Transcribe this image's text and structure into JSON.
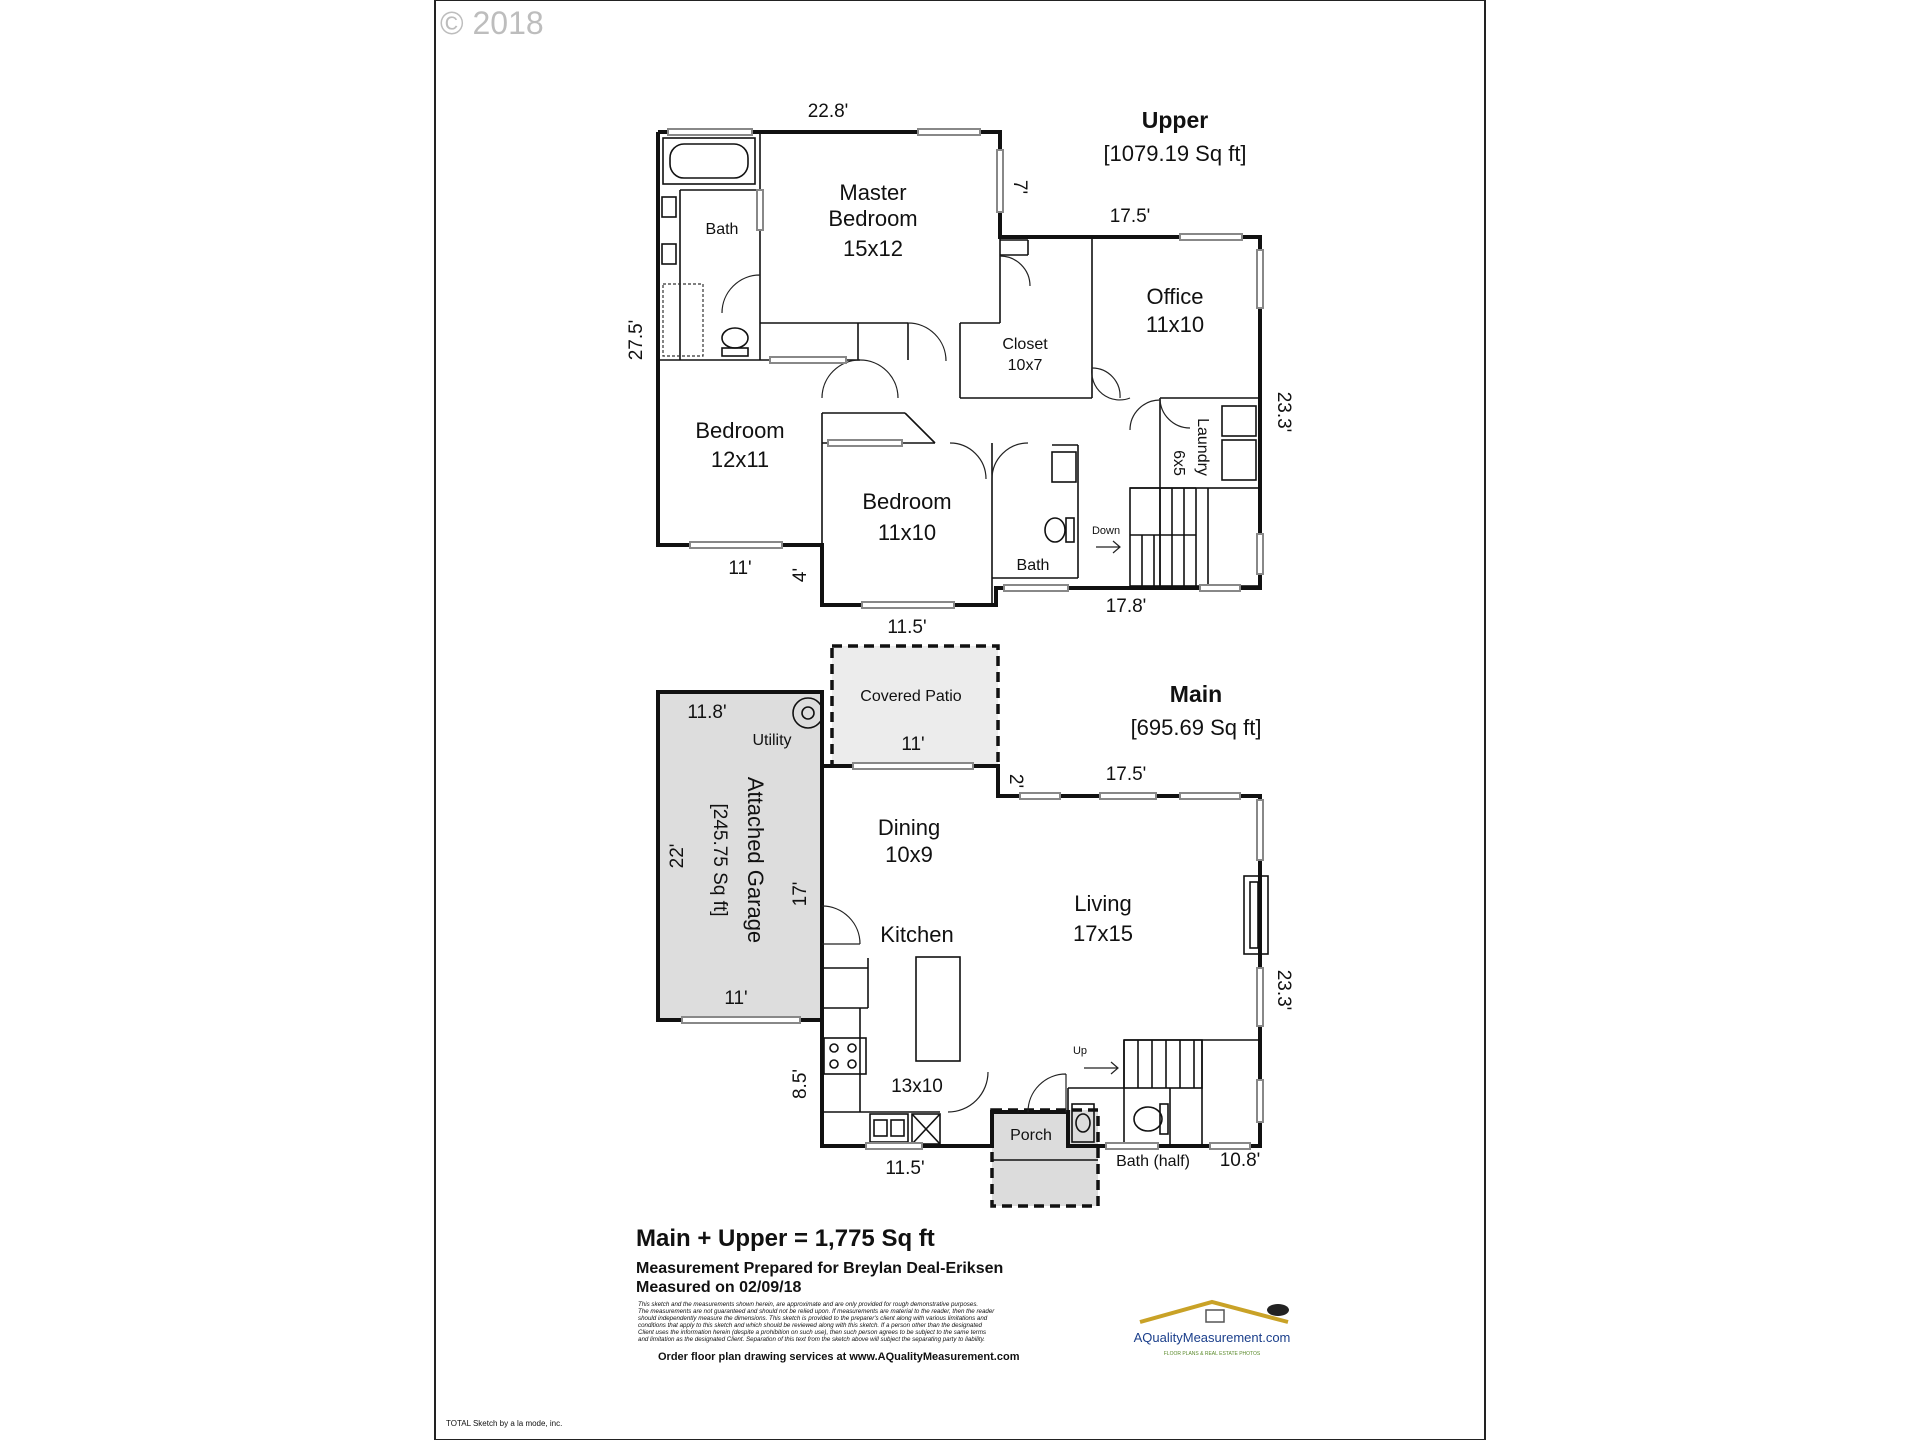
{
  "copyright": "© 2018",
  "upper": {
    "title": "Upper",
    "area": "[1079.19 Sq ft]",
    "rooms": {
      "master": [
        "Master",
        "Bedroom",
        "15x12"
      ],
      "bath_master": "Bath",
      "closet": [
        "Closet",
        "10x7"
      ],
      "office": [
        "Office",
        "11x10"
      ],
      "laundry": [
        "Laundry",
        "6x5"
      ],
      "bedroom1": [
        "Bedroom",
        "12x11"
      ],
      "bedroom2": [
        "Bedroom",
        "11x10"
      ],
      "bath_hall": "Bath",
      "stairs_label": "Down"
    },
    "dims": {
      "top": "22.8'",
      "side_7": "7'",
      "right_top": "17.5'",
      "left": "27.5'",
      "right": "23.3'",
      "bottom_left": "11'",
      "step_4": "4'",
      "bottom_mid": "11.5'",
      "bottom_right": "17.8'"
    }
  },
  "main": {
    "title": "Main",
    "area": "[695.69 Sq ft]",
    "rooms": {
      "covered_patio": "Covered Patio",
      "utility": "Utility",
      "garage": [
        "Attached Garage",
        "[245.75 Sq ft]"
      ],
      "dining": [
        "Dining",
        "10x9"
      ],
      "living": [
        "Living",
        "17x15"
      ],
      "kitchen": "Kitchen",
      "kitchen_size": "13x10",
      "porch": "Porch",
      "bath_half": "Bath (half)",
      "stairs_label": "Up"
    },
    "dims": {
      "garage_top": "11.8'",
      "patio": "11'",
      "step_2": "2'",
      "top_right": "17.5'",
      "garage_side": "22'",
      "kitchen_side": "17'",
      "right": "23.3'",
      "garage_bottom": "11'",
      "left_85": "8.5'",
      "bottom_mid": "11.5'",
      "bottom_right": "10.8'"
    }
  },
  "summary": {
    "total": "Main + Upper = 1,775 Sq ft",
    "prepared": "Measurement Prepared for Breylan Deal-Eriksen",
    "measured": "Measured on 02/09/18",
    "disclaimer": [
      "This sketch and the measurements shown herein, are approximate and are only provided for rough demonstrative purposes.",
      "The measurements are not guaranteed and should not be relied upon. If measurements are material to the reader, then the reader",
      "should independently measure the dimensions. This sketch is provided to the preparer's client along with various limitations and",
      "conditions that apply to this sketch and which should be reviewed along with this sketch. If a person other than the designated",
      "Client uses the information herein (despite a prohibition on such use), then such person agrees to be subject to the same terms",
      "and limitation as the designated Client. Separation of this text from the sketch above will subject the separating party to liability."
    ],
    "order": "Order floor plan drawing services at www.AQualityMeasurement.com"
  },
  "logo": {
    "name": "AQualityMeasurement.com",
    "tagline": "FLOOR PLANS & REAL ESTATE PHOTOS"
  },
  "footer": "TOTAL Sketch by a la mode, inc.",
  "colors": {
    "garage_fill": "#dddddd",
    "patio_fill": "#ececec",
    "border": "#111111"
  }
}
